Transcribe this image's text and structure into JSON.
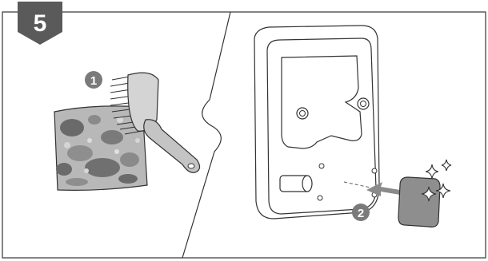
{
  "step": {
    "number": "5"
  },
  "callouts": [
    {
      "label": "1",
      "target": "brush"
    },
    {
      "label": "2",
      "target": "filter"
    }
  ],
  "colors": {
    "badge": "#5a5a5a",
    "outline": "#333333",
    "grime_light": "#b8b8b8",
    "grime_dark": "#6a6a6a",
    "brush_handle": "#c4c4c4",
    "clean_filter": "#8e8e8e",
    "arrow": "#8a8a8a",
    "callout": "#7a7a7a"
  },
  "icons": [
    "brush-icon",
    "dirty-filter-icon",
    "appliance-panel-icon",
    "clean-filter-icon",
    "sparkle-icon",
    "insert-arrow-icon"
  ]
}
